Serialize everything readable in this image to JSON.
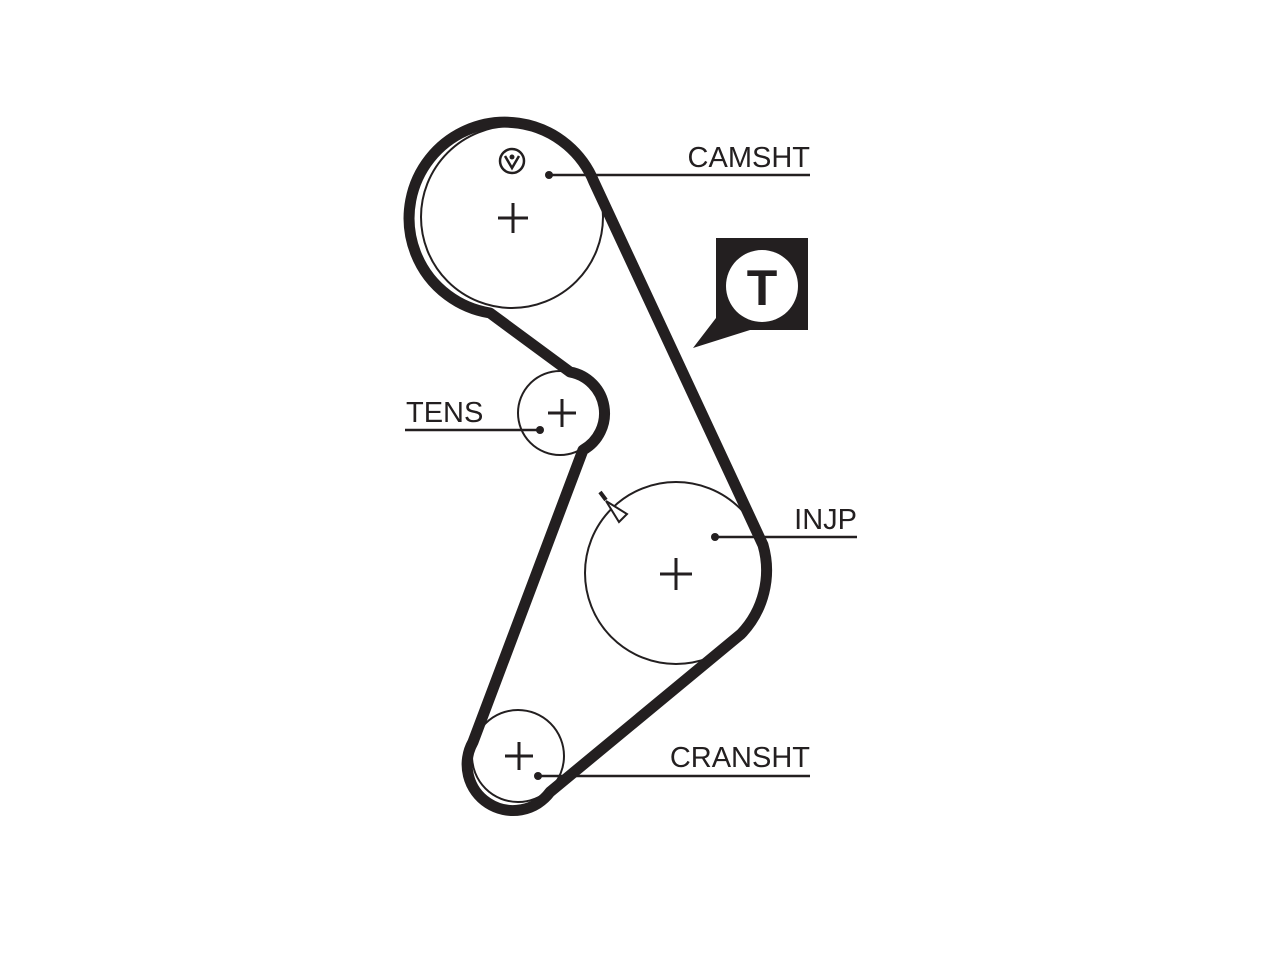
{
  "labels": {
    "camshaft": "CAMSHT",
    "tensioner": "TENS",
    "injection_pump": "INJP",
    "crankshaft": "CRANSHT"
  },
  "tension_badge": {
    "letter": "T",
    "icon": "tensioner-marker-icon"
  },
  "colors": {
    "ink": "#231f20",
    "background": "#ffffff"
  }
}
